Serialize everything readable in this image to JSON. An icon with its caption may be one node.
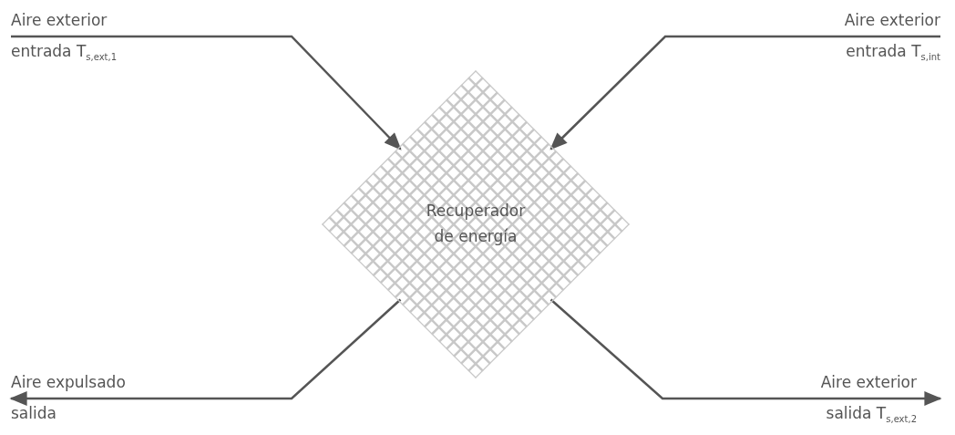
{
  "diagram": {
    "nodes": [
      {
        "text": [
          "Recuperador de energía"
        ]
      },
      {
        "text": [
          "Aire exterior",
          "entrada T$_{s,ext,1}$"
        ]
      },
      {
        "text": [
          "Aire exterior",
          "entrada T$_{s,int}$"
        ]
      },
      {
        "text": [
          "Aire expulsado",
          "salida"
        ]
      },
      {
        "text": [
          "Aire exterior",
          "salida T$_{s,ext,2}$"
        ]
      }
    ],
    "edges": [
      {
        "from": 1,
        "to": 0,
        "arrow": "to"
      },
      {
        "from": 2,
        "to": 0,
        "arrow": "to"
      },
      {
        "from": 0,
        "to": 3,
        "arrow": "to"
      },
      {
        "from": 0,
        "to": 4,
        "arrow": "to"
      }
    ]
  }
}
